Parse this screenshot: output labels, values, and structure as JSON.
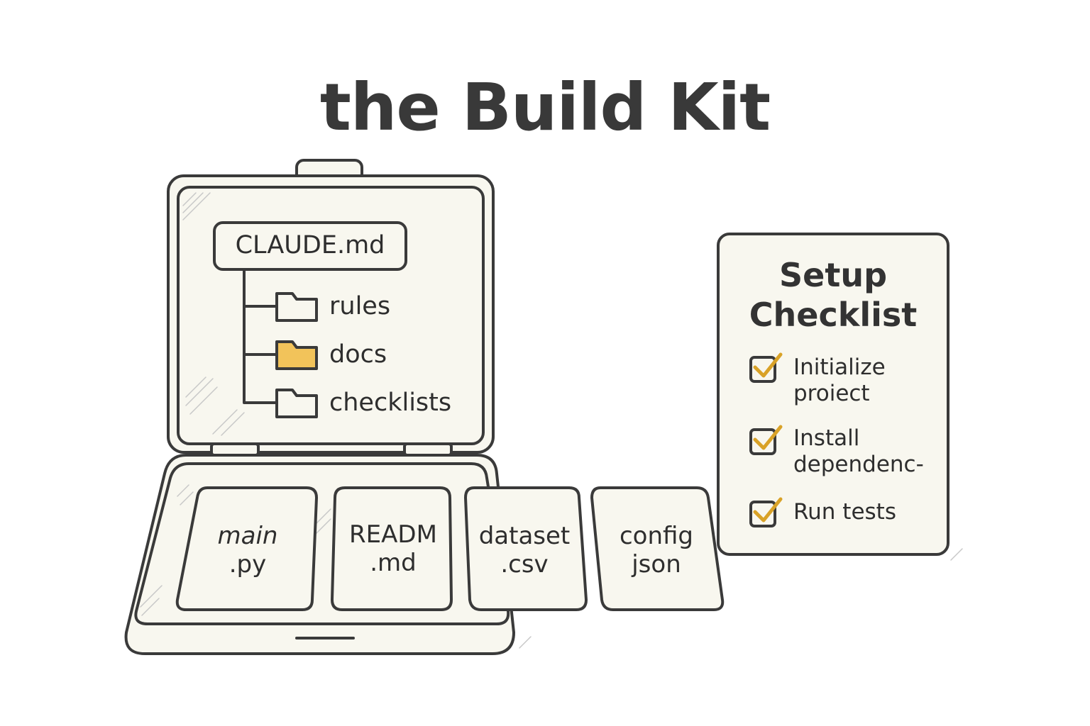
{
  "title": "the Build Kit",
  "colors": {
    "ink": "#3a3a3a",
    "paper": "#f8f7ef",
    "accent": "#f2c35a",
    "check": "#d9a227"
  },
  "tree": {
    "root": "CLAUDE.md",
    "items": [
      {
        "label": "rules",
        "icon": "folder-icon",
        "highlight": false
      },
      {
        "label": "docs",
        "icon": "folder-icon",
        "highlight": true
      },
      {
        "label": "checklists",
        "icon": "folder-icon",
        "highlight": false
      }
    ]
  },
  "files": [
    {
      "line1": "main",
      "line2": ".py"
    },
    {
      "line1": "READM",
      "line2": ".md"
    },
    {
      "line1": "dataset",
      "line2": ".csv"
    },
    {
      "line1": "config",
      "line2": "json"
    }
  ],
  "checklist": {
    "title": "Setup\nChecklist",
    "items": [
      {
        "label": "Initialize\nproiect",
        "checked": true
      },
      {
        "label": "Install\ndependenc-",
        "checked": true
      },
      {
        "label": "Run tests",
        "checked": true
      }
    ]
  }
}
